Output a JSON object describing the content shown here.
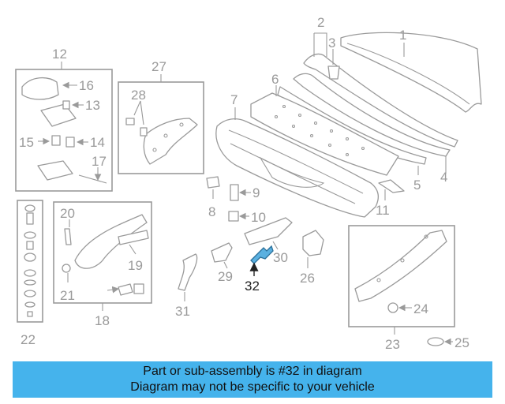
{
  "diagram": {
    "callouts": [
      "1",
      "2",
      "3",
      "4",
      "5",
      "6",
      "7",
      "8",
      "9",
      "10",
      "11",
      "12",
      "13",
      "14",
      "15",
      "16",
      "17",
      "18",
      "19",
      "20",
      "21",
      "22",
      "23",
      "24",
      "25",
      "26",
      "27",
      "28",
      "29",
      "30",
      "31",
      "32"
    ],
    "highlighted": "32"
  },
  "banner": {
    "line1": "Part or sub-assembly is #32 in diagram",
    "line2": "Diagram may not be specific to your vehicle"
  },
  "colors": {
    "banner_bg": "#45b3ec",
    "highlight_fill": "#5ab0e0",
    "line": "#9a9a9a"
  }
}
